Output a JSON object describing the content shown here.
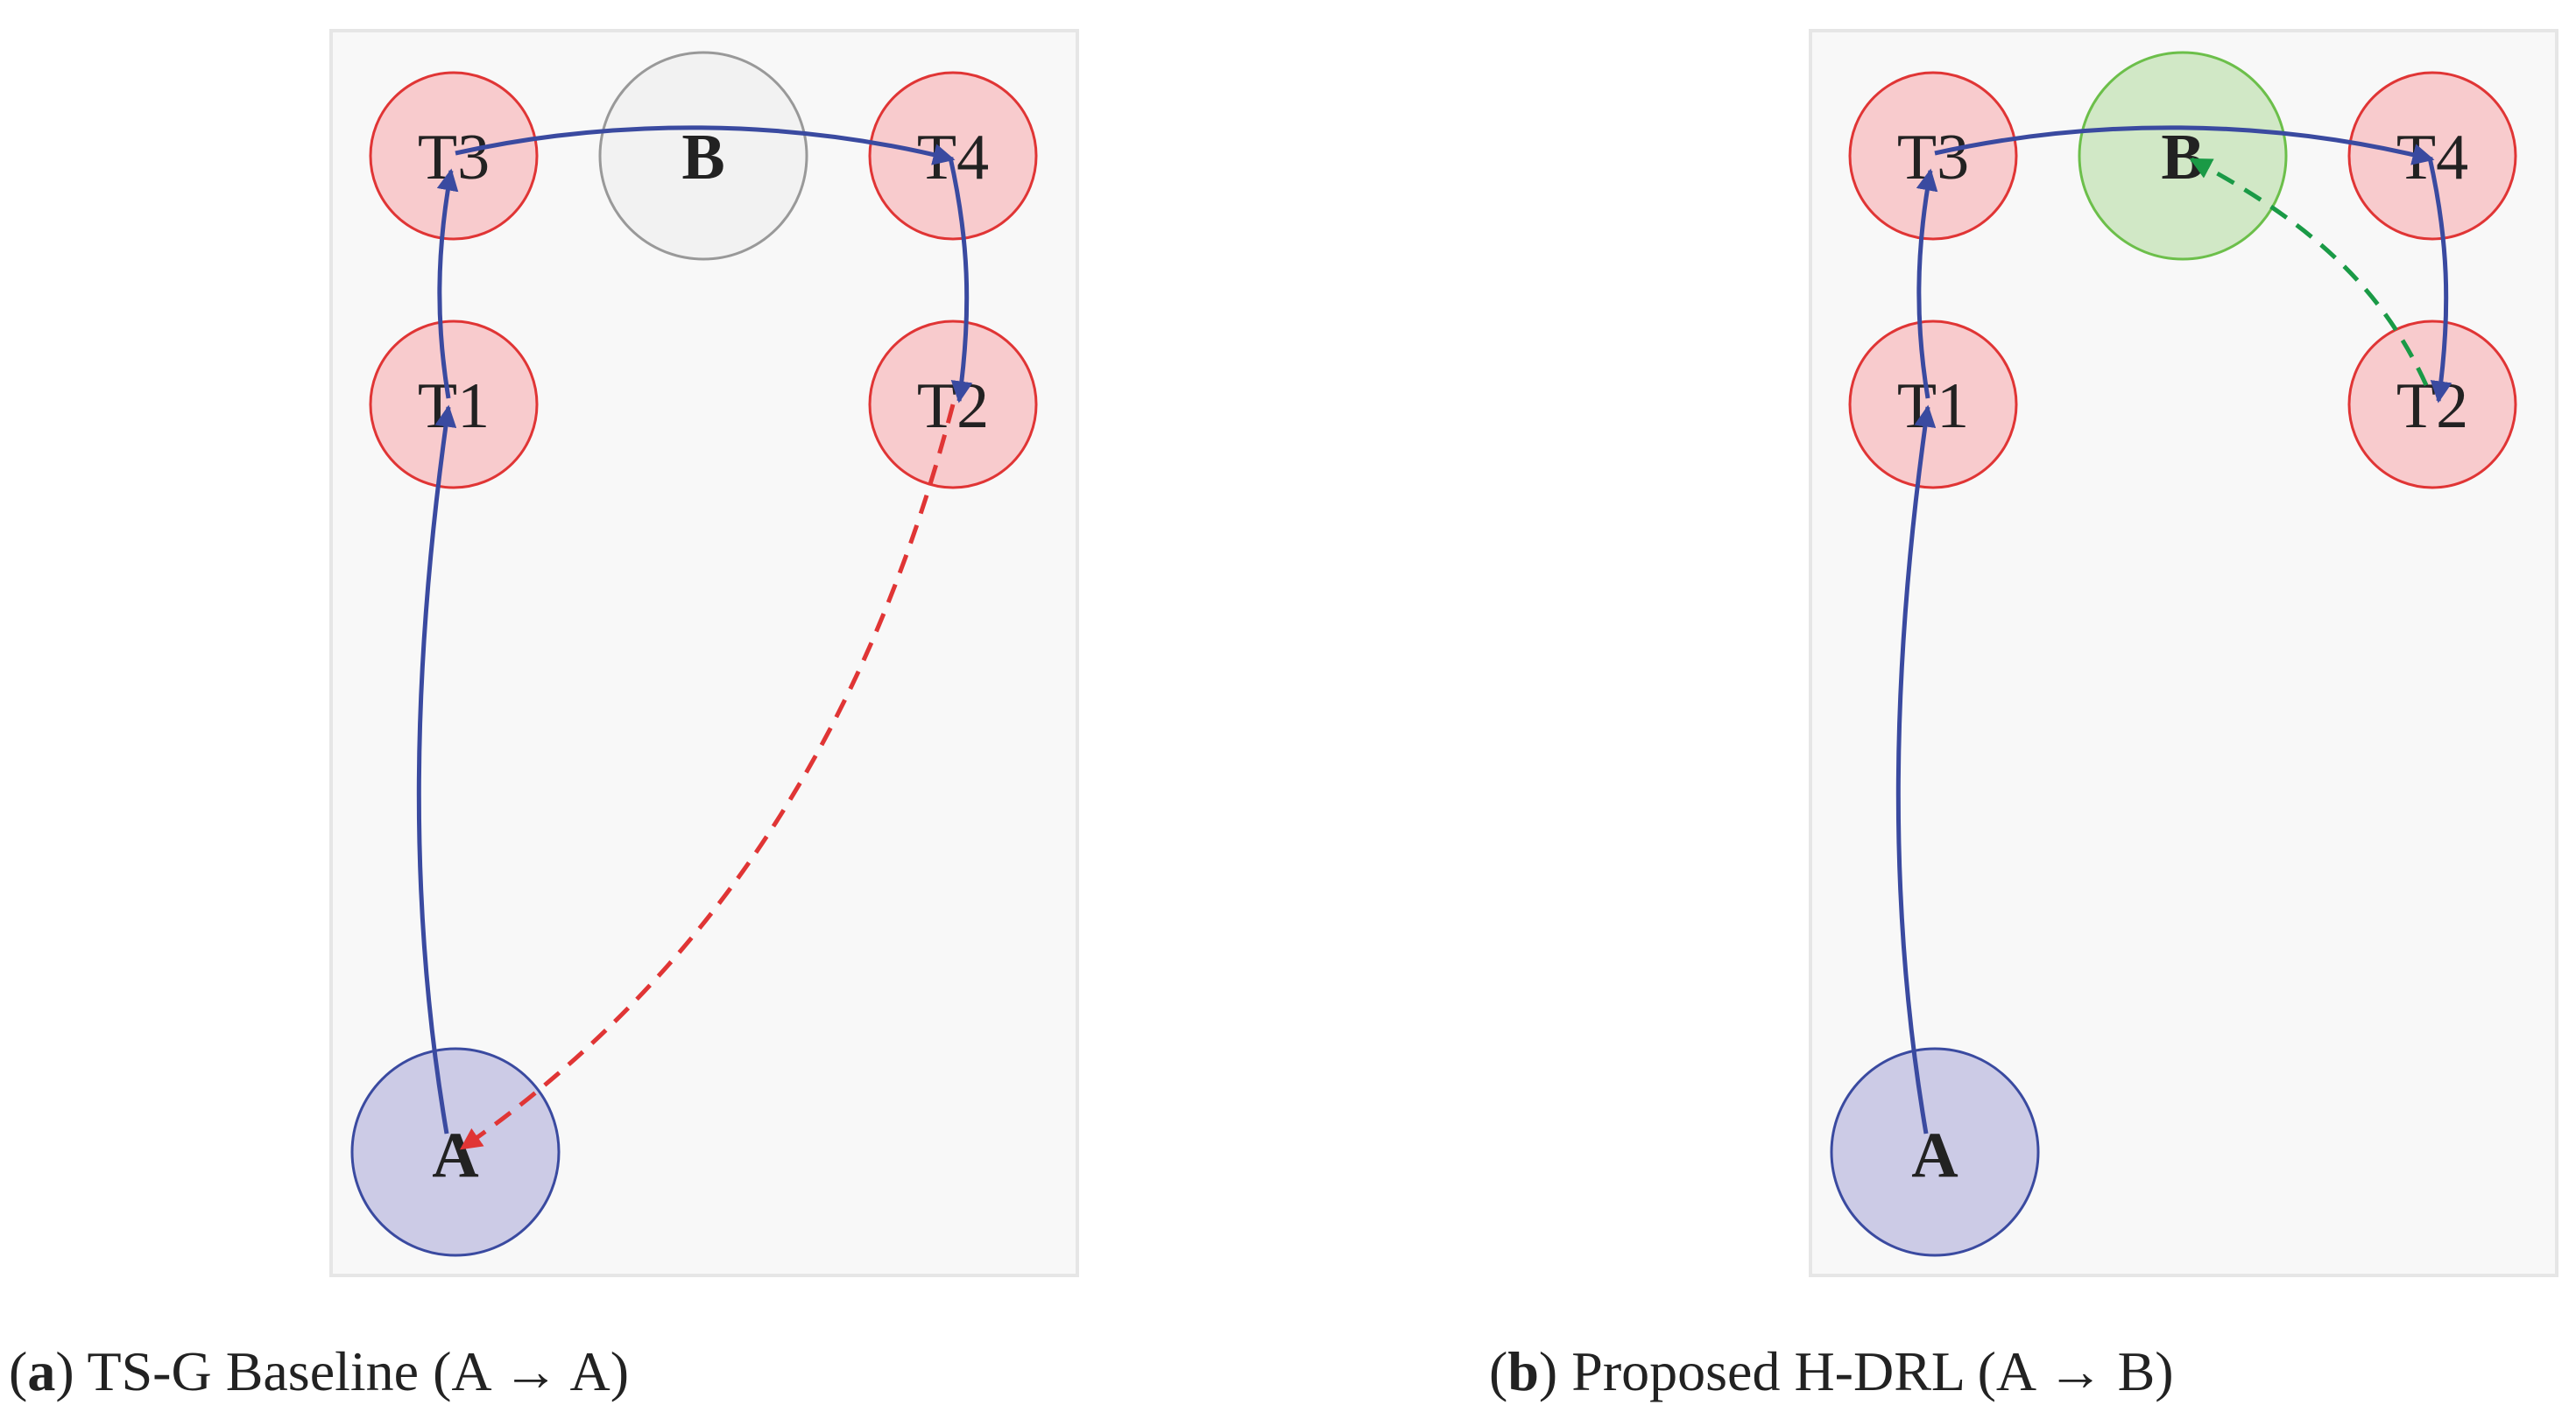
{
  "panels": [
    {
      "caption_letter": "a",
      "caption_text": "TS-G Baseline (A → A)",
      "nodes": {
        "T1": "T1",
        "T2": "T2",
        "T3": "T3",
        "T4": "T4",
        "A": "A",
        "B": "B"
      }
    },
    {
      "caption_letter": "b",
      "caption_text": "Proposed H-DRL (A → B)",
      "nodes": {
        "T1": "T1",
        "T2": "T2",
        "T3": "T3",
        "T4": "T4",
        "A": "A",
        "B": "B"
      }
    }
  ],
  "colors": {
    "panel_bg": "#f8f8f8",
    "panel_border": "#e6e6e6",
    "target_fill": "#f8cbcd",
    "target_stroke": "#e03535",
    "start_fill": "#cccbe6",
    "start_stroke": "#3a4aa0",
    "base_idle_fill": "#f2f2f2",
    "base_idle_stroke": "#999999",
    "base_active_fill": "#d1e8c6",
    "base_active_stroke": "#6cbf4a",
    "route": "#3a4aa0",
    "return_fail": "#e03535",
    "return_ok": "#1a9a46"
  }
}
